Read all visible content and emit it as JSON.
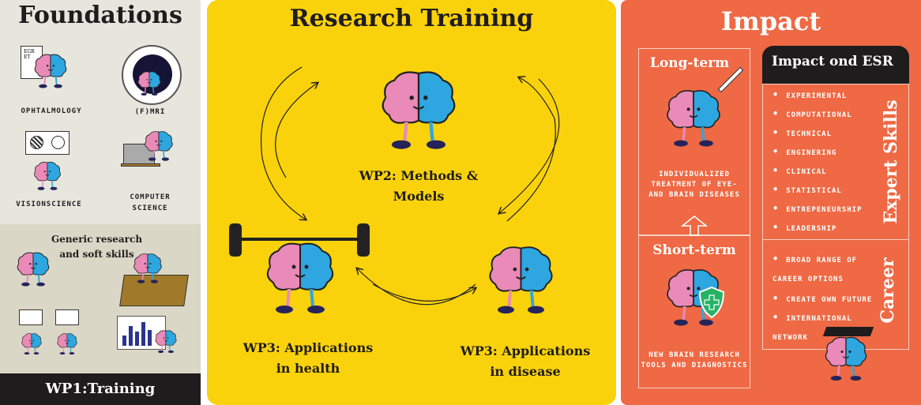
{
  "foundations": {
    "title": "Foundations",
    "items": [
      "OPHTALMOLOGY",
      "(F)MRI",
      "VISIONSCIENCE",
      "COMPUTER SCIENCE"
    ],
    "generic_title": "Generic research and soft skills",
    "eye_chart": "EGR ET",
    "footer": "WP1:Training"
  },
  "research": {
    "title": "Research Training",
    "wp2": "WP2: Methods & Models",
    "wp3_health": "WP3: Applications in health",
    "wp3_disease": "WP3: Applications in disease"
  },
  "impact": {
    "title": "Impact",
    "long_term": "Long-term",
    "long_term_text": "INDIVIDUALIZED TREATMENT OF EYE- AND BRAIN DISEASES",
    "short_term": "Short-term",
    "short_term_text": "NEW BRAIN RESEARCH TOOLS AND DIAGNOSTICS",
    "esr_title": "Impact ond ESR",
    "expert_label": "Expert Skills",
    "expert_skills": [
      "EXPERIMENTAL",
      "COMPUTATIONAL",
      "TECHNICAL",
      "ENGINERING",
      "CLINICAL",
      "STATISTICAL",
      "ENTREPENEURSHIP",
      "LEADERSHIP"
    ],
    "career_label": "Career",
    "career": [
      "BROAD RANGE OF CAREER OPTIONS",
      "CREATE OWN FUTURE",
      "INTERNATIONAL NETWORK"
    ]
  },
  "colors": {
    "pink": "#ea8ab8",
    "blue": "#2ea6e0",
    "yellow": "#f9d20b",
    "orange": "#ee6944",
    "navy": "#25235a"
  }
}
